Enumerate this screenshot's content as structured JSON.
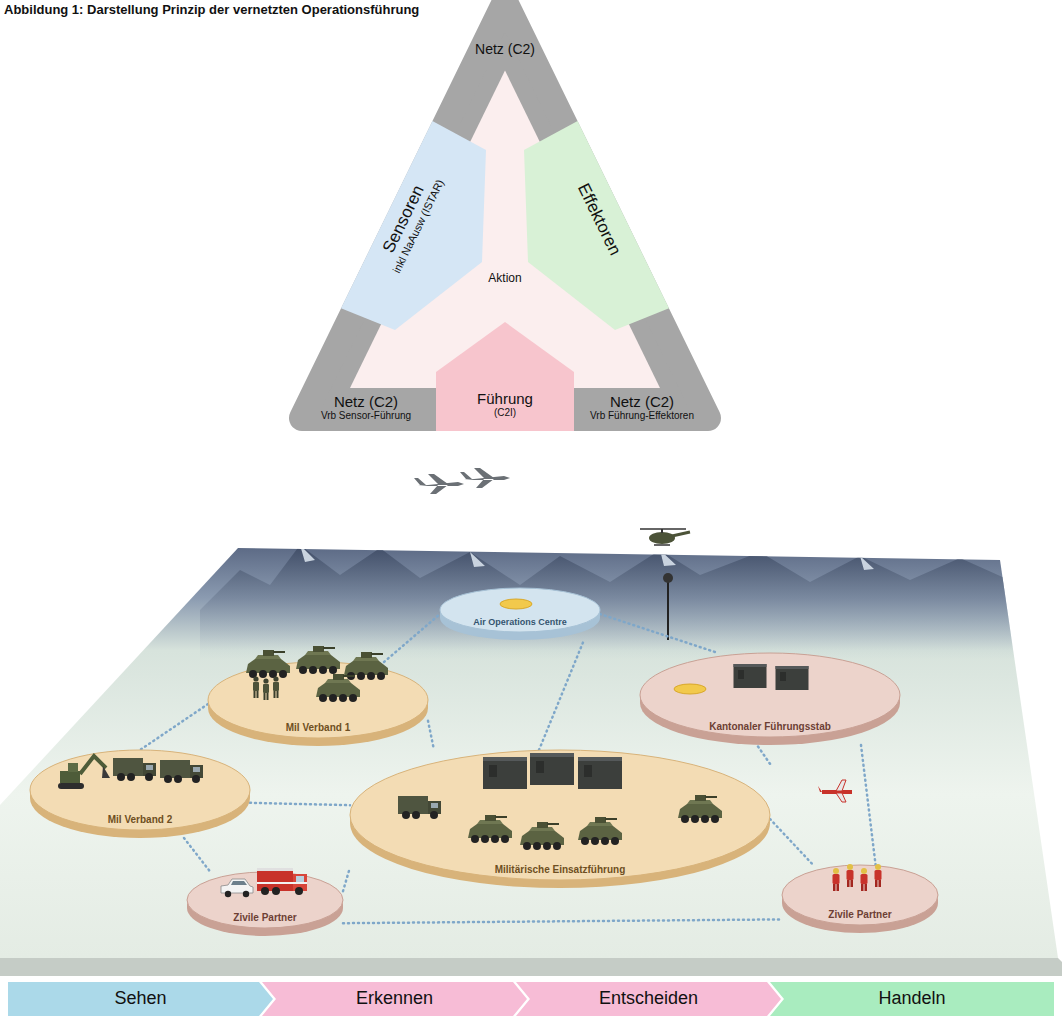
{
  "diagram": {
    "title": "Abbildung 1: Darstellung Prinzip der vernetzten Operationsführung",
    "nodes": [
      {
        "text": [
          "Netz (C2)"
        ]
      },
      {
        "text": [
          "Sensoren",
          "inkl NaAusw (ISTAR)"
        ]
      },
      {
        "text": [
          "Effektoren"
        ]
      },
      {
        "text": [
          "Aktion"
        ]
      },
      {
        "text": [
          "Netz (C2)",
          "Vrb Sensor-Führung"
        ]
      },
      {
        "text": [
          "Führung",
          "(C2I)"
        ]
      },
      {
        "text": [
          "Netz (C2)",
          "Vrb Führung-Effektoren"
        ]
      },
      {
        "text": [
          "Air Operations Centre"
        ]
      },
      {
        "text": [
          "Mil Verband 1"
        ]
      },
      {
        "text": [
          "Kantonaler Führungsstab"
        ]
      },
      {
        "text": [
          "Mil Verband 2"
        ]
      },
      {
        "text": [
          "Militärische Einsatzführung"
        ]
      },
      {
        "text": [
          "Zivile Partner"
        ]
      },
      {
        "text": [
          "Zivile Partner"
        ]
      },
      {
        "text": [
          "Sehen"
        ]
      },
      {
        "text": [
          "Erkennen"
        ]
      },
      {
        "text": [
          "Entscheiden"
        ]
      },
      {
        "text": [
          "Handeln"
        ]
      }
    ],
    "edges": [
      {
        "from": 8,
        "to": 11,
        "arrow": "none"
      },
      {
        "from": 10,
        "to": 11,
        "arrow": "none"
      },
      {
        "from": 8,
        "to": 10,
        "arrow": "none"
      },
      {
        "from": 10,
        "to": 12,
        "arrow": "none"
      },
      {
        "from": 12,
        "to": 11,
        "arrow": "none"
      },
      {
        "from": 12,
        "to": 13,
        "arrow": "none"
      },
      {
        "from": 11,
        "to": 7,
        "arrow": "none"
      },
      {
        "from": 11,
        "to": 9,
        "arrow": "none"
      },
      {
        "from": 9,
        "to": 13,
        "arrow": "none"
      },
      {
        "from": 11,
        "to": 13,
        "arrow": "none"
      },
      {
        "from": 8,
        "to": 7,
        "arrow": "none"
      },
      {
        "from": 7,
        "to": 9,
        "arrow": "none"
      }
    ]
  }
}
